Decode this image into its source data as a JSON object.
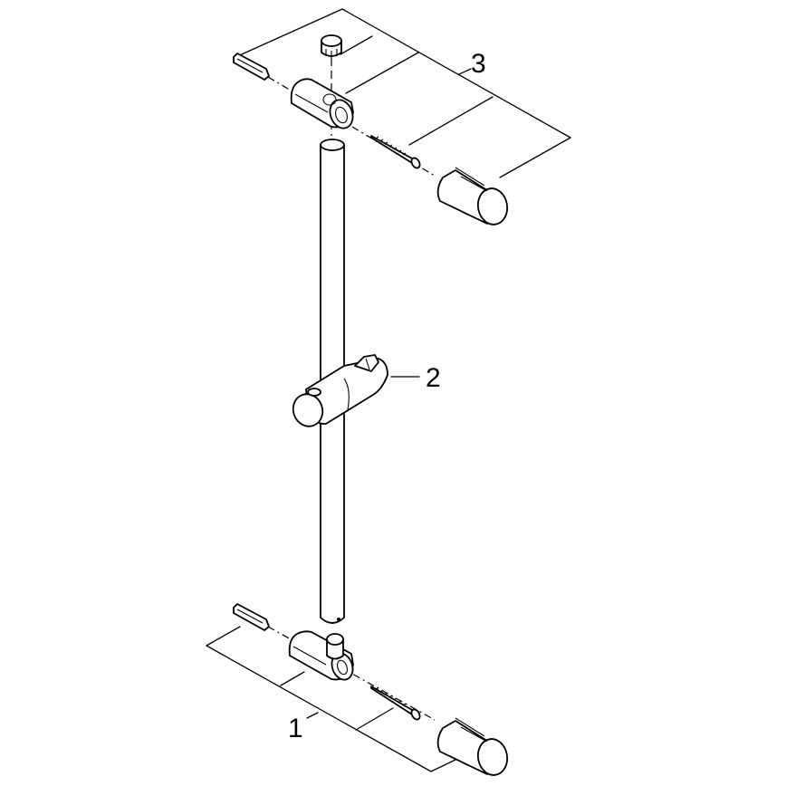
{
  "diagram": {
    "type": "exploded-parts-view",
    "subject": "shower rail set",
    "callouts": [
      {
        "id": "callout-3",
        "label": "3",
        "description": "upper wall bracket set (cap, bracket, anchor, screw, cover)"
      },
      {
        "id": "callout-2",
        "label": "2",
        "description": "sliding handshower holder"
      },
      {
        "id": "callout-1",
        "label": "1",
        "description": "lower wall bracket set (bracket with knob, anchor, screw, cover)"
      }
    ],
    "colors": {
      "line": "#000000",
      "background": "#ffffff"
    }
  }
}
